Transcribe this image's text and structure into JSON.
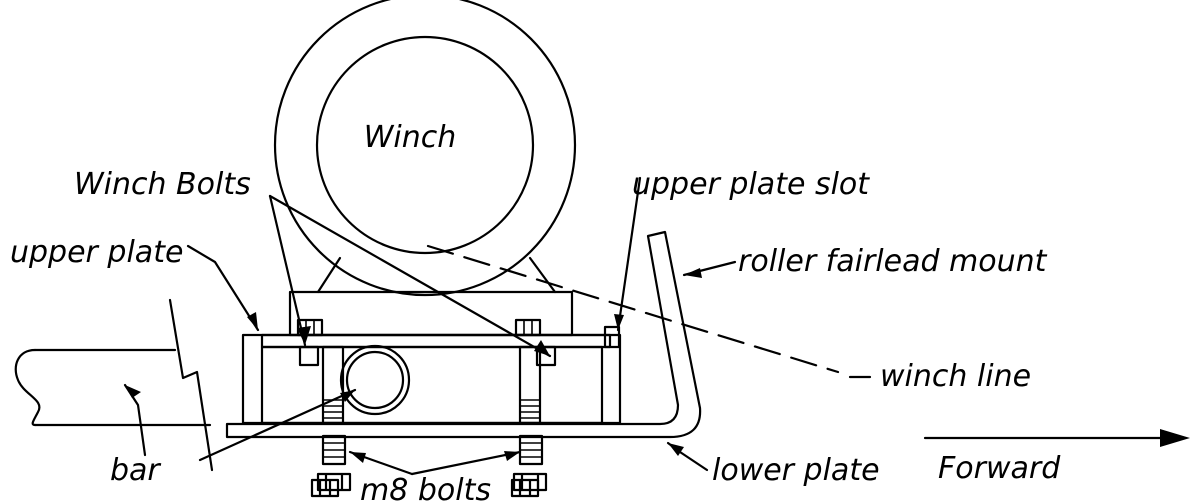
{
  "labels": {
    "winch": "Winch",
    "winch_bolts": "Winch Bolts",
    "upper_plate_slot": "upper plate slot",
    "upper_plate": "upper plate",
    "roller_fairlead_mount": "roller fairlead mount",
    "winch_line": "winch line",
    "bar": "bar",
    "m8_bolts": "m8 bolts",
    "lower_plate": "lower plate",
    "forward": "Forward"
  }
}
